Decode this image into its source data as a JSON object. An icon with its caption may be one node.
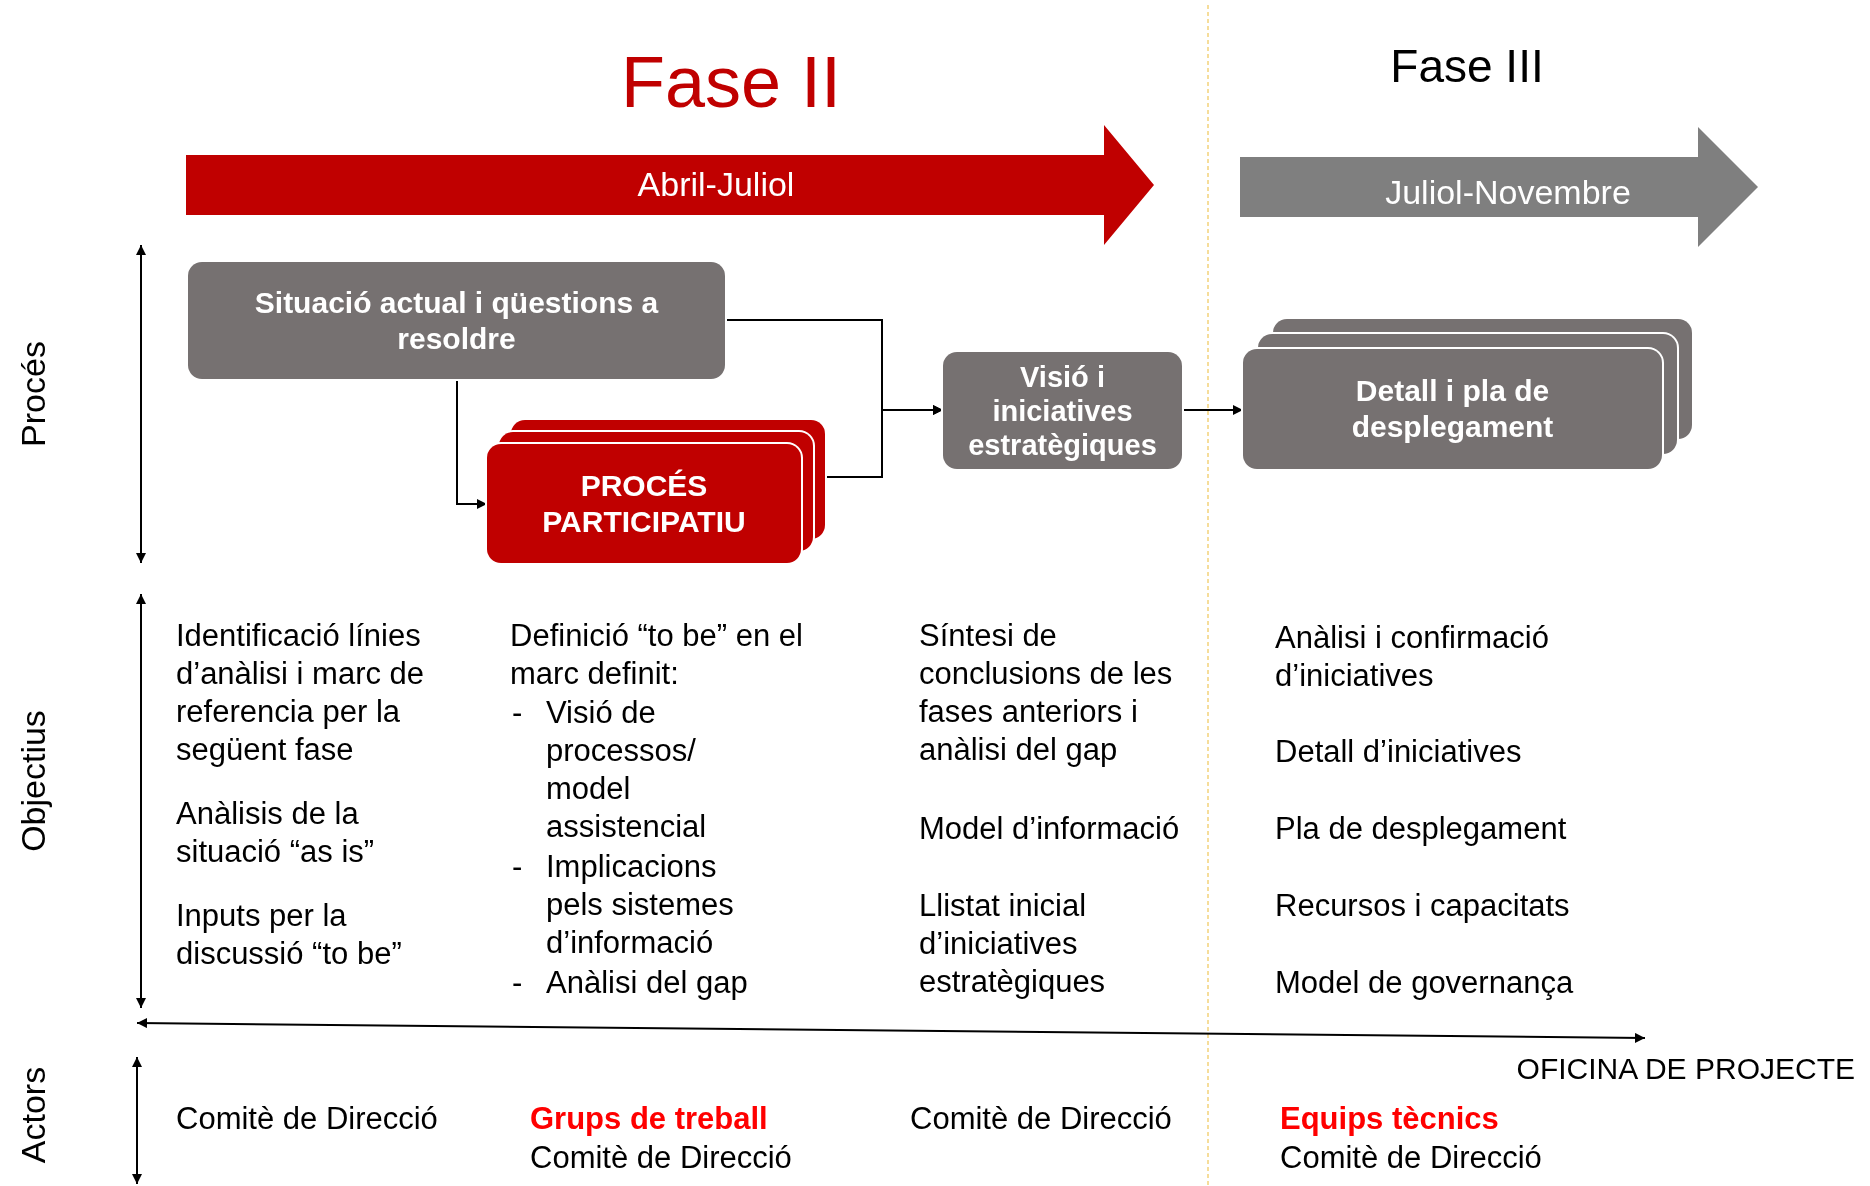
{
  "diagram": {
    "nodes": [
      {
        "text": [
          "Fase II",
          "Abril-Juliol"
        ]
      },
      {
        "text": [
          "Fase III",
          "Juliol-Novembre"
        ]
      },
      {
        "text": [
          "Situació actual i qüestions a resoldre"
        ]
      },
      {
        "text": [
          "PROCÉS PARTICIPATIU"
        ]
      },
      {
        "text": [
          "Visió i iniciatives estratègiques"
        ]
      },
      {
        "text": [
          "Detall i pla de desplegament"
        ]
      }
    ],
    "edges": [
      {
        "from": 2,
        "to": 4,
        "arrow": "to"
      },
      {
        "from": 3,
        "to": 4,
        "arrow": "to"
      },
      {
        "from": 2,
        "to": 3,
        "arrow": "to"
      },
      {
        "from": 4,
        "to": 5,
        "arrow": "to"
      }
    ],
    "labels": [
      "Procés",
      "Objectius",
      "Actors",
      "Identificació línies d’anàlisi i marc de referencia per la següent fase",
      "Anàlisis de la situació “as is”",
      "Inputs per la discussió “to be”",
      "Definició “to be” en el marc definit:",
      "-",
      "Visió de processos/ model assistencial",
      "-",
      "Implicacions pels sistemes d’informació",
      "-",
      "Anàlisi del gap",
      "Síntesi de conclusions de les fases anteriors i anàlisi del gap",
      "Model d’informació",
      "Llistat inicial d’iniciatives estratègiques",
      "Anàlisi i confirmació d’iniciatives",
      "Detall d’iniciatives",
      "Pla de desplegament",
      "Recursos i capacitats",
      "Model de governança",
      "OFICINA DE PROJECTE",
      "Comitè de Direcció",
      "Grups de treball",
      "Comitè de Direcció",
      "Comitè de Direcció",
      "Equips tècnics",
      "Comitè de Direcció"
    ]
  }
}
